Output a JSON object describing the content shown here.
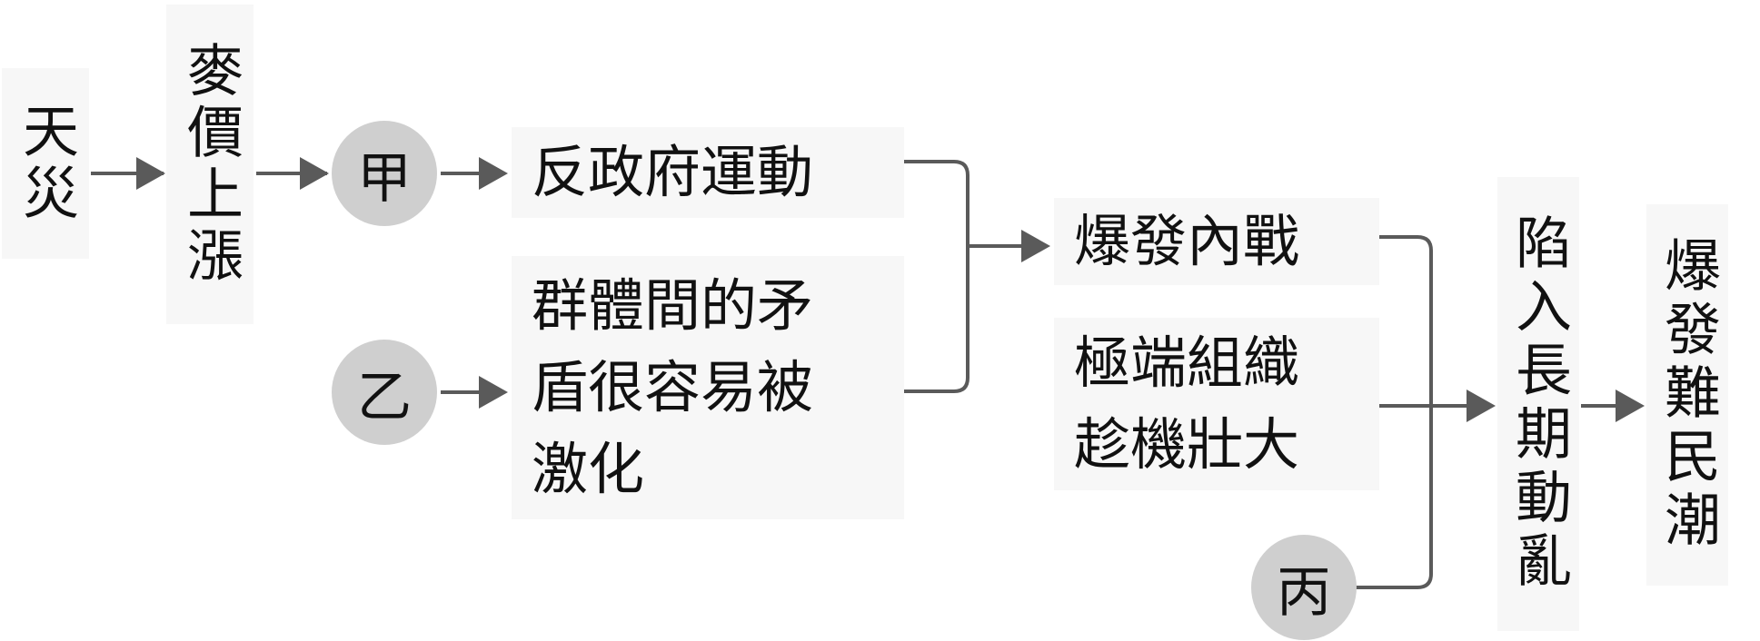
{
  "nodes": {
    "tianzai": "天災",
    "maijia": "麥價上漲",
    "jia": "甲",
    "yi": "乙",
    "bing": "丙",
    "fanzhengfu": "反政府運動",
    "qunti_line1": "群體間的矛",
    "qunti_line2": "盾很容易被",
    "qunti_line3": "激化",
    "baofaneizhan": "爆發內戰",
    "jiduan_line1": "極端組織",
    "jiduan_line2": "趁機壯大",
    "xianru": "陷入長期動亂",
    "nanmin": "爆發難民潮"
  },
  "colors": {
    "arrow": "#5a5a5a",
    "circle": "#cfcfcf",
    "box": "#f7f7f7"
  }
}
